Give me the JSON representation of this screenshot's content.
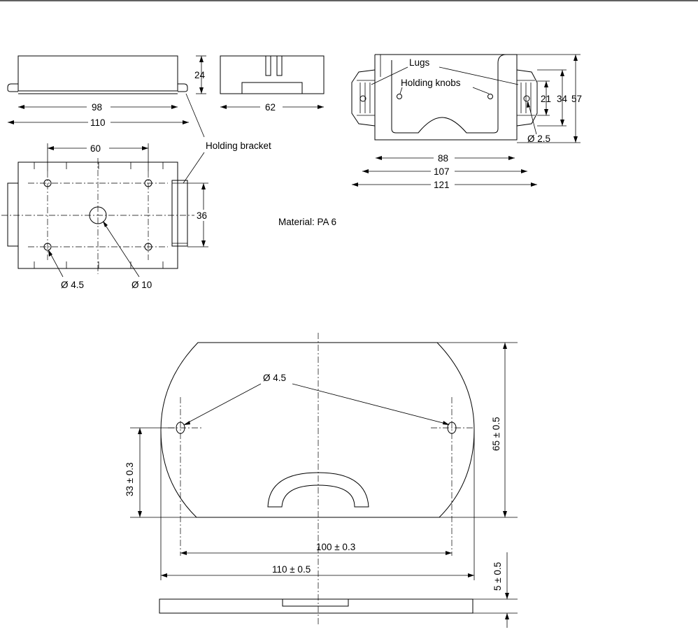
{
  "labels": {
    "lugs": "Lugs",
    "holding_knobs": "Holding knobs",
    "holding_bracket": "Holding bracket",
    "material": "Material: PA 6"
  },
  "dimensions": {
    "d98": "98",
    "d110": "110",
    "d24": "24",
    "d62": "62",
    "d60": "60",
    "d36": "36",
    "dia45_top": "Ø 4.5",
    "dia10": "Ø 10",
    "d21": "21",
    "d34": "34",
    "d57": "57",
    "dia25": "Ø 2.5",
    "d88": "88",
    "d107": "107",
    "d121": "121",
    "dia45_plate": "Ø 4.5",
    "d65": "65 ± 0.5",
    "d33": "33 ± 0.3",
    "d100": "100 ± 0.3",
    "d110p": "110 ± 0.5",
    "d5": "5 ± 0.5"
  }
}
